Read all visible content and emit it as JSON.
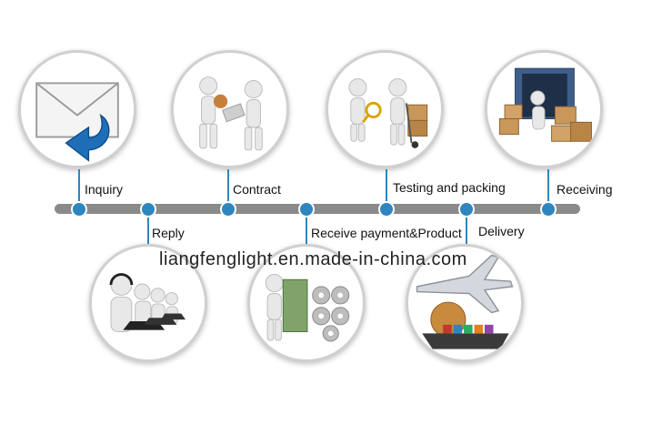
{
  "steps_top": [
    {
      "label": "Inquiry",
      "icon": "envelope-icon"
    },
    {
      "label": "Contract",
      "icon": "handshake-figures-icon"
    },
    {
      "label": "Testing and packing",
      "icon": "inspection-figures-icon"
    },
    {
      "label": "Receiving",
      "icon": "warehouse-boxes-icon"
    }
  ],
  "steps_bottom": [
    {
      "label": "Reply",
      "icon": "call-center-icon"
    },
    {
      "label": "Receive payment&Product",
      "icon": "money-gears-icon"
    },
    {
      "label": "Delivery",
      "icon": "airplane-ship-icon"
    }
  ],
  "watermark": "liangfenglight.en.made-in-china.com",
  "colors": {
    "node": "#2e86c1",
    "bar": "#8a8a8a",
    "ring": "#d0d0d0"
  }
}
